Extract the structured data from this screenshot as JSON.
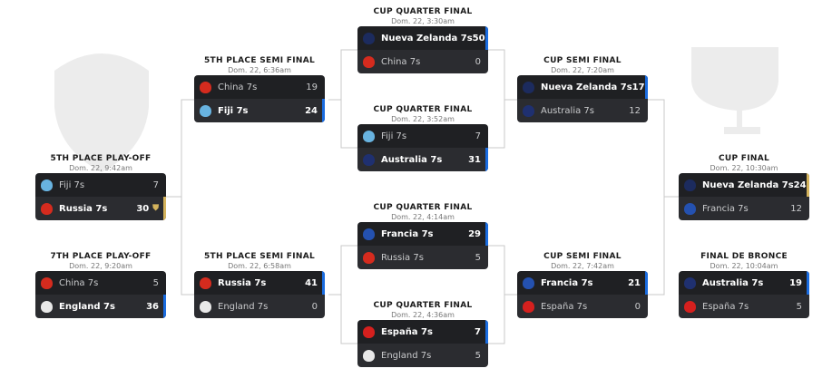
{
  "colors": {
    "win_bar": "#1a6ce0",
    "final_bar": "#d4b35c",
    "line": "#c8c8c8"
  },
  "flags": {
    "nz": "#1c2b5e",
    "china": "#d52b1e",
    "fiji": "#68b3e0",
    "australia": "#1f3070",
    "francia": "#2451b0",
    "russia": "#d52b1e",
    "england": "#e8e8e8",
    "espana": "#d5201e"
  },
  "matches": [
    {
      "id": "qf1",
      "title": "CUP QUARTER FINAL",
      "date": "Dom. 22, 3:30am",
      "teams": [
        {
          "name": "Nueva Zelanda 7s",
          "score": "50",
          "flag": "nz",
          "win": true
        },
        {
          "name": "China 7s",
          "score": "0",
          "flag": "china",
          "win": false
        }
      ]
    },
    {
      "id": "qf2",
      "title": "CUP QUARTER FINAL",
      "date": "Dom. 22, 3:52am",
      "teams": [
        {
          "name": "Fiji 7s",
          "score": "7",
          "flag": "fiji",
          "win": false
        },
        {
          "name": "Australia 7s",
          "score": "31",
          "flag": "australia",
          "win": true
        }
      ]
    },
    {
      "id": "qf3",
      "title": "CUP QUARTER FINAL",
      "date": "Dom. 22, 4:14am",
      "teams": [
        {
          "name": "Francia 7s",
          "score": "29",
          "flag": "francia",
          "win": true
        },
        {
          "name": "Russia 7s",
          "score": "5",
          "flag": "russia",
          "win": false
        }
      ]
    },
    {
      "id": "qf4",
      "title": "CUP QUARTER FINAL",
      "date": "Dom. 22, 4:36am",
      "teams": [
        {
          "name": "España 7s",
          "score": "7",
          "flag": "espana",
          "win": true
        },
        {
          "name": "England 7s",
          "score": "5",
          "flag": "england",
          "win": false
        }
      ]
    },
    {
      "id": "p5sf1",
      "title": "5TH PLACE SEMI FINAL",
      "date": "Dom. 22, 6:36am",
      "teams": [
        {
          "name": "China 7s",
          "score": "19",
          "flag": "china",
          "win": false
        },
        {
          "name": "Fiji 7s",
          "score": "24",
          "flag": "fiji",
          "win": true
        }
      ]
    },
    {
      "id": "p5sf2",
      "title": "5TH PLACE SEMI FINAL",
      "date": "Dom. 22, 6:58am",
      "teams": [
        {
          "name": "Russia 7s",
          "score": "41",
          "flag": "russia",
          "win": true
        },
        {
          "name": "England 7s",
          "score": "0",
          "flag": "england",
          "win": false
        }
      ]
    },
    {
      "id": "sf1",
      "title": "CUP SEMI FINAL",
      "date": "Dom. 22, 7:20am",
      "teams": [
        {
          "name": "Nueva Zelanda 7s",
          "score": "17",
          "flag": "nz",
          "win": true
        },
        {
          "name": "Australia 7s",
          "score": "12",
          "flag": "australia",
          "win": false
        }
      ]
    },
    {
      "id": "sf2",
      "title": "CUP SEMI FINAL",
      "date": "Dom. 22, 7:42am",
      "teams": [
        {
          "name": "Francia 7s",
          "score": "21",
          "flag": "francia",
          "win": true
        },
        {
          "name": "España 7s",
          "score": "0",
          "flag": "espana",
          "win": false
        }
      ]
    },
    {
      "id": "p5",
      "title": "5TH PLACE PLAY-OFF",
      "date": "Dom. 22, 9:42am",
      "teams": [
        {
          "name": "Fiji 7s",
          "score": "7",
          "flag": "fiji",
          "win": false
        },
        {
          "name": "Russia 7s",
          "score": "30",
          "flag": "russia",
          "win": true,
          "icon": "shield-icon"
        }
      ]
    },
    {
      "id": "p7",
      "title": "7TH PLACE PLAY-OFF",
      "date": "Dom. 22, 9:20am",
      "teams": [
        {
          "name": "China 7s",
          "score": "5",
          "flag": "china",
          "win": false
        },
        {
          "name": "England 7s",
          "score": "36",
          "flag": "england",
          "win": true
        }
      ]
    },
    {
      "id": "final",
      "title": "CUP FINAL",
      "date": "Dom. 22, 10:30am",
      "teams": [
        {
          "name": "Nueva Zelanda 7s",
          "score": "24",
          "flag": "nz",
          "win": true,
          "icon": "trophy-icon"
        },
        {
          "name": "Francia 7s",
          "score": "12",
          "flag": "francia",
          "win": false
        }
      ]
    },
    {
      "id": "bronze",
      "title": "FINAL DE BRONCE",
      "date": "Dom. 22, 10:04am",
      "teams": [
        {
          "name": "Australia 7s",
          "score": "19",
          "flag": "australia",
          "win": true
        },
        {
          "name": "España 7s",
          "score": "5",
          "flag": "espana",
          "win": false
        }
      ]
    }
  ]
}
